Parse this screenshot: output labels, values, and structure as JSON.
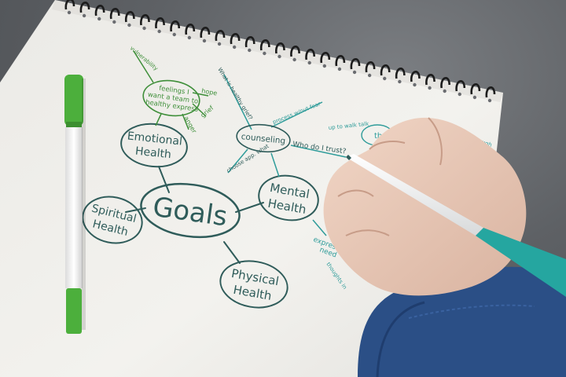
{
  "scene": {
    "central_node": "Goals",
    "branches": [
      {
        "label_line1": "Emotional",
        "label_line2": "Health"
      },
      {
        "label_line1": "Spiritual",
        "label_line2": "Health"
      },
      {
        "label_line1": "Mental",
        "label_line2": "Health"
      },
      {
        "label_line1": "Physical",
        "label_line2": "Health"
      }
    ],
    "emotional_sub": {
      "node_line1": "feelings I",
      "node_line2": "want a team to",
      "node_line3": "healthy express",
      "leaves": [
        "vulnerability",
        "hope",
        "grief",
        "anger"
      ]
    },
    "mental_sub": {
      "node": "counseling",
      "leaves": [
        "What is healthy grief?",
        "process w/out fear",
        "choose app. what",
        "Who do I trust?",
        "up to walk talk"
      ],
      "expr_line1": "expres",
      "expr_line2": "need",
      "expr_line3": "thoughts in"
    },
    "far_right": "th",
    "far_right_2": "enough",
    "colors": {
      "ink_dark": "#2f5c5a",
      "ink_green": "#3f8f3a",
      "ink_teal": "#2f9c9a",
      "marker_green": "#4caf3c",
      "pen_teal": "#25a6a0",
      "sleeve_blue": "#2b4f86",
      "paper": "#f1f0ec"
    }
  }
}
